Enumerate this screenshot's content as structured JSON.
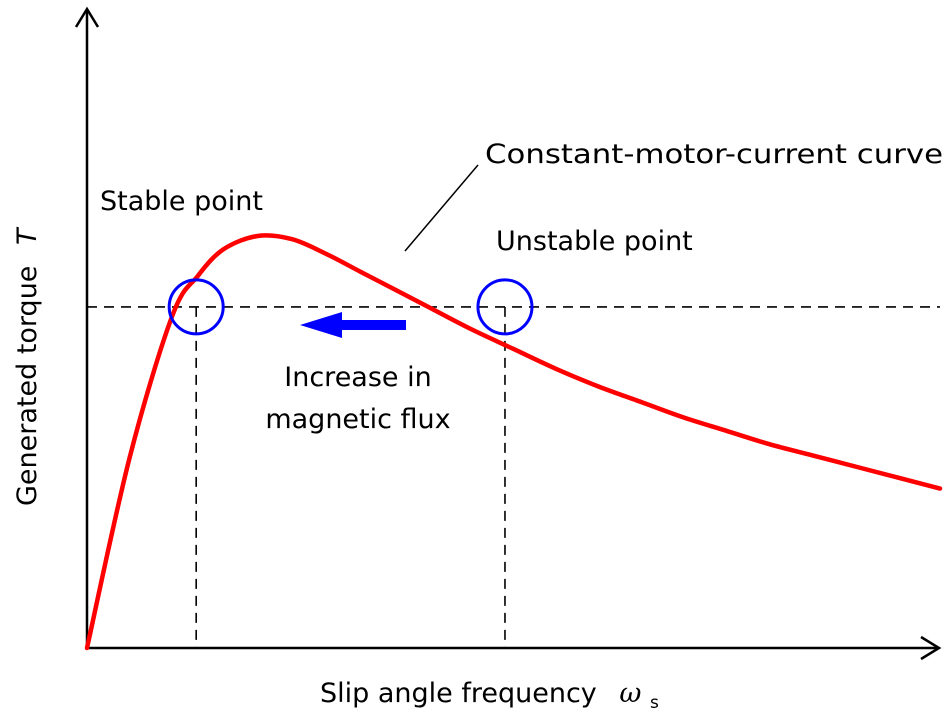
{
  "chart_data": {
    "type": "line",
    "title": "",
    "xlabel": "Slip angle frequency",
    "xlabel_symbol": "ω",
    "xlabel_subscript": "s",
    "ylabel": "Generated torque",
    "ylabel_symbol": "T",
    "grid": false,
    "legend": "none",
    "xlim": [
      0,
      10
    ],
    "ylim": [
      0,
      10
    ],
    "series": [
      {
        "name": "Constant-motor-current curve",
        "color": "#ff0000",
        "x": [
          0,
          0.5,
          1.0,
          1.3,
          1.6,
          2.0,
          2.4,
          2.8,
          3.2,
          3.6,
          4.0,
          4.5,
          5.0,
          5.5,
          6.0,
          6.5,
          7.0,
          7.5,
          8.0,
          8.5,
          9.0,
          9.5,
          10.0
        ],
        "y": [
          0,
          4.3,
          7.5,
          8.4,
          9.0,
          9.3,
          9.23,
          8.9,
          8.5,
          8.1,
          7.7,
          7.2,
          6.75,
          6.3,
          5.9,
          5.55,
          5.2,
          4.9,
          4.6,
          4.35,
          4.1,
          3.85,
          3.6
        ]
      }
    ],
    "reference_level": {
      "y": 7.7,
      "style": "dashed",
      "color": "#000000"
    },
    "points": [
      {
        "name": "Stable point",
        "x": 1.28,
        "y": 7.7,
        "marker_color": "#0000ff"
      },
      {
        "name": "Unstable point",
        "x": 4.9,
        "y": 7.7,
        "marker_color": "#0000ff"
      }
    ],
    "annotations": [
      {
        "text": "Stable point",
        "target": "Stable point"
      },
      {
        "text": "Unstable point",
        "target": "Unstable point"
      },
      {
        "text": "Constant-motor-current curve",
        "target": "curve",
        "leader_line": true
      },
      {
        "text_lines": [
          "Increase in",
          "magnetic flux"
        ],
        "arrow": "left",
        "arrow_color": "#0000ff"
      }
    ]
  },
  "labels": {
    "stable": "Stable point",
    "unstable": "Unstable point",
    "curve": "Constant-motor-current curve",
    "flux_line1": "Increase in",
    "flux_line2": "magnetic flux",
    "xlabel": "Slip angle frequency",
    "xsym": "ω",
    "xsub": "s",
    "ylabel": "Generated torque",
    "ysym": "T"
  },
  "colors": {
    "curve": "#ff0000",
    "marker": "#0000ff",
    "arrow": "#0000ff",
    "axis": "#000000"
  }
}
